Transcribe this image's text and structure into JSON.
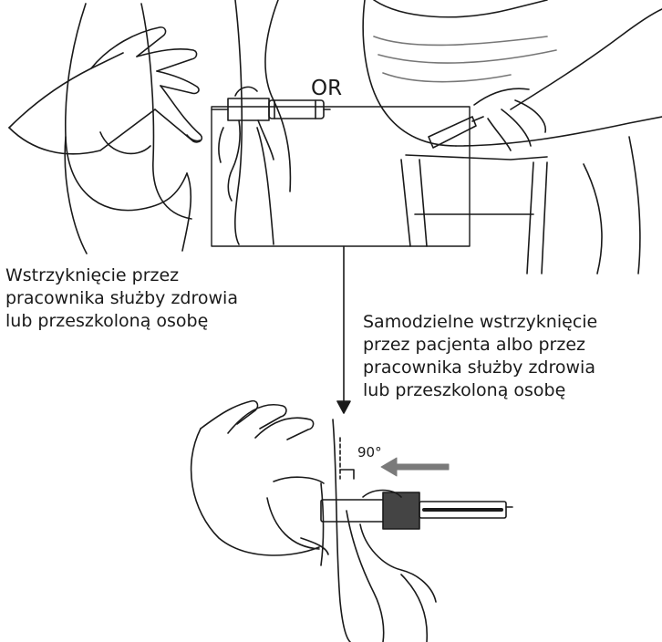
{
  "labels": {
    "or": "OR",
    "angle": "90°"
  },
  "captions": {
    "professional": "Wstrzyknięcie przez\npracownika służby zdrowia\nlub przeszkoloną osobę",
    "self": "Samodzielne wstrzyknięcie\nprzez pacjenta albo przez\npracownika służby zdrowia\nlub przeszkoloną osobę"
  },
  "colors": {
    "line": "#1a1a1a",
    "background": "#ffffff",
    "arrow_gray": "#7a7a7a"
  },
  "icons": {
    "arrow": "down-arrow-icon",
    "push": "push-arrow-icon"
  }
}
